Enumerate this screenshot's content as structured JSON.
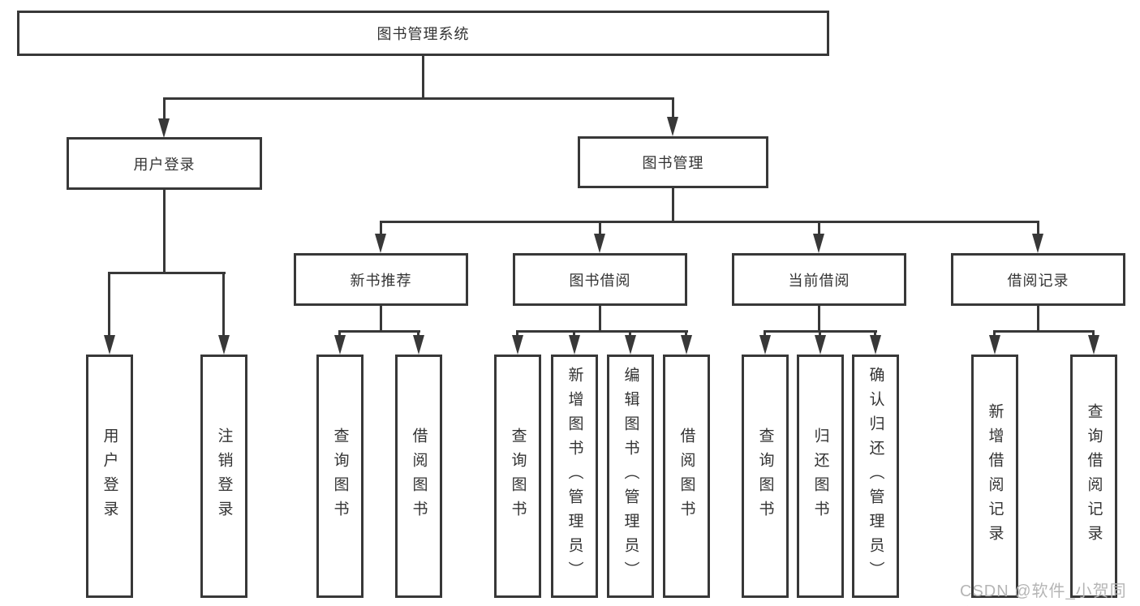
{
  "tree": {
    "root": {
      "label": "图书管理系统"
    },
    "branches": [
      {
        "label": "用户登录",
        "children": [
          "用户登录",
          "注销登录"
        ]
      },
      {
        "label": "图书管理",
        "children": [
          {
            "label": "新书推荐",
            "children": [
              "查询图书",
              "借阅图书"
            ]
          },
          {
            "label": "图书借阅",
            "children": [
              "查询图书",
              "新增图书（管理员）",
              "编辑图书（管理员）",
              "借阅图书"
            ]
          },
          {
            "label": "当前借阅",
            "children": [
              "查询图书",
              "归还图书",
              "确认归还（管理员）"
            ]
          },
          {
            "label": "借阅记录",
            "children": [
              "新增借阅记录",
              "查询借阅记录"
            ]
          }
        ]
      }
    ]
  },
  "watermark": "CSDN @软件_小贺同学",
  "colors": {
    "line": "#383838",
    "text": "#333333",
    "watermark": "#b5b5b5",
    "background": "#ffffff"
  }
}
